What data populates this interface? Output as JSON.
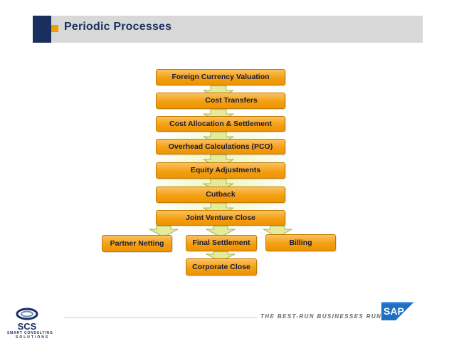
{
  "header": {
    "title": "Periodic Processes"
  },
  "diagram": {
    "nodes": {
      "foreign_currency_valuation": "Foreign Currency Valuation",
      "cost_transfers": "Cost Transfers",
      "cost_allocation_settlement": "Cost Allocation & Settlement",
      "overhead_calculations": "Overhead Calculations (PCO)",
      "equity_adjustments": "Equity Adjustments",
      "cutback": "Cutback",
      "joint_venture_close": "Joint Venture Close",
      "partner_netting": "Partner Netting",
      "final_settlement": "Final Settlement",
      "billing": "Billing",
      "corporate_close": "Corporate Close"
    },
    "edges": [
      [
        "foreign_currency_valuation",
        "cost_transfers"
      ],
      [
        "cost_transfers",
        "cost_allocation_settlement"
      ],
      [
        "cost_allocation_settlement",
        "overhead_calculations"
      ],
      [
        "overhead_calculations",
        "equity_adjustments"
      ],
      [
        "equity_adjustments",
        "cutback"
      ],
      [
        "cutback",
        "joint_venture_close"
      ],
      [
        "joint_venture_close",
        "partner_netting"
      ],
      [
        "joint_venture_close",
        "final_settlement"
      ],
      [
        "joint_venture_close",
        "billing"
      ],
      [
        "final_settlement",
        "corporate_close"
      ]
    ],
    "colors": {
      "box_fill": "#f3a013",
      "arrow_fill": "#e3ec9a"
    }
  },
  "footer": {
    "tagline": "THE BEST-RUN BUSINESSES RUN SAP",
    "sap_logo_text": "SAP",
    "scs_logo_text": "SCS",
    "scs_subtitle_line1": "SMART CONSULTING",
    "scs_subtitle_line2": "SOLUTIONS"
  }
}
